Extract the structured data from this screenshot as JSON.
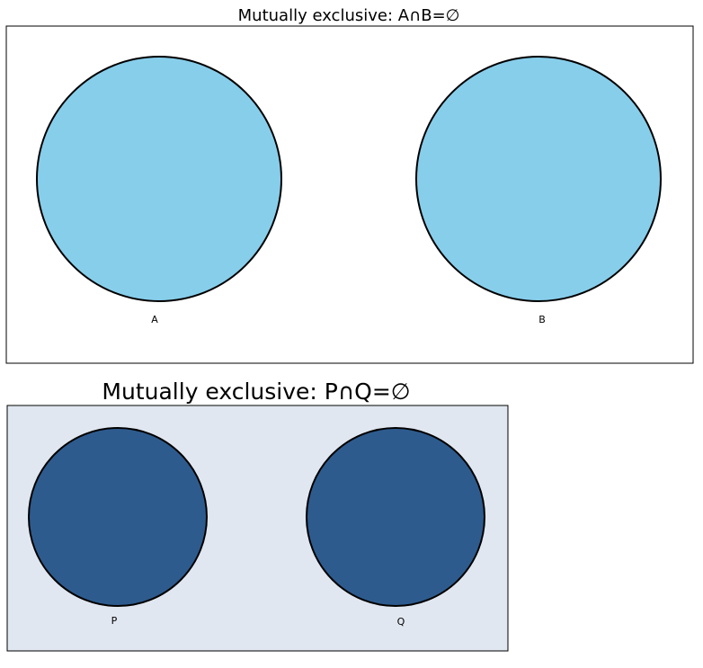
{
  "diagrams": [
    {
      "title": "Mutually exclusive: A∩B=∅",
      "background": "#ffffff",
      "fill": "#87ceeb",
      "stroke": "#000000",
      "sets": [
        {
          "label": "A"
        },
        {
          "label": "B"
        }
      ]
    },
    {
      "title": "Mutually exclusive: P∩Q=∅",
      "background": "#e1e7f0",
      "fill": "#2e5b8e",
      "stroke": "#000000",
      "sets": [
        {
          "label": "P"
        },
        {
          "label": "Q"
        }
      ]
    }
  ]
}
